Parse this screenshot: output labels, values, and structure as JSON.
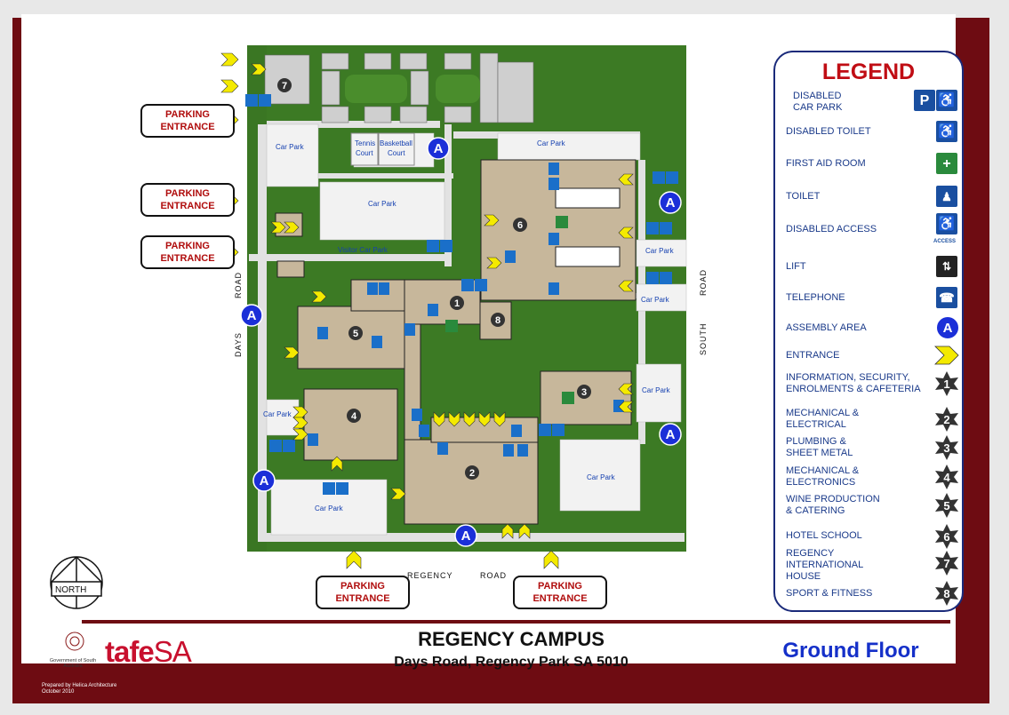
{
  "parking_entrances": [
    "PARKING ENTRANCE",
    "PARKING ENTRANCE",
    "PARKING ENTRANCE",
    "PARKING ENTRANCE",
    "PARKING ENTRANCE"
  ],
  "parking_word1": "PARKING",
  "parking_word2": "ENTRANCE",
  "map_labels": {
    "car_park": "Car Park",
    "tennis": [
      "Tennis",
      "Court"
    ],
    "basketball": [
      "Basketball",
      "Court"
    ],
    "visitor_car_park": "Visitor Car Park"
  },
  "roads": {
    "regency_1": "REGENCY",
    "regency_2": "ROAD",
    "days_1": "ROAD",
    "days_2": "DAYS",
    "south_1": "ROAD",
    "south_2": "SOUTH"
  },
  "north": "NORTH",
  "legend": {
    "title": "LEGEND",
    "items": [
      {
        "label": "DISABLED\nCAR PARK",
        "icon": "parking-disabled-icon"
      },
      {
        "label": "DISABLED TOILET",
        "icon": "wheelchair-icon"
      },
      {
        "label": "FIRST AID ROOM",
        "icon": "first-aid-icon"
      },
      {
        "label": "TOILET",
        "icon": "toilet-icon"
      },
      {
        "label": "DISABLED ACCESS",
        "icon": "disabled-access-icon",
        "sub": "ACCESS"
      },
      {
        "label": "LIFT",
        "icon": "lift-icon"
      },
      {
        "label": "TELEPHONE",
        "icon": "telephone-icon"
      },
      {
        "label": "ASSEMBLY AREA",
        "icon": "assembly-area-icon",
        "glyph": "A"
      },
      {
        "label": "ENTRANCE",
        "icon": "entrance-chevron-icon"
      },
      {
        "label": "INFORMATION, SECURITY,\nENROLMENTS & CAFETERIA",
        "icon": "building-1-icon",
        "glyph": "1"
      },
      {
        "label": "MECHANICAL &\nELECTRICAL",
        "icon": "building-2-icon",
        "glyph": "2"
      },
      {
        "label": "PLUMBING &\nSHEET METAL",
        "icon": "building-3-icon",
        "glyph": "3"
      },
      {
        "label": "MECHANICAL &\nELECTRONICS",
        "icon": "building-4-icon",
        "glyph": "4"
      },
      {
        "label": "WINE PRODUCTION\n& CATERING",
        "icon": "building-5-icon",
        "glyph": "5"
      },
      {
        "label": "HOTEL SCHOOL",
        "icon": "building-6-icon",
        "glyph": "6"
      },
      {
        "label": "REGENCY\nINTERNATIONAL\nHOUSE",
        "icon": "building-7-icon",
        "glyph": "7"
      },
      {
        "label": "SPORT & FITNESS",
        "icon": "building-8-icon",
        "glyph": "8"
      }
    ]
  },
  "footer": {
    "title": "REGENCY CAMPUS",
    "subtitle": "Days Road, Regency Park SA 5010",
    "floor": "Ground Floor",
    "tafe": "tafe",
    "tafe_sa": "SA",
    "gov": "Government of South Australia",
    "prepared": "Prepared by Helica Architecture",
    "date": "October 2010"
  },
  "colors": {
    "frame": "#6e0c12",
    "grass": "#3c7a24",
    "building": "#c7b79b",
    "legend_title": "#c00d14",
    "assembly": "#1b2fd8",
    "chevron": "#f4ea00"
  }
}
